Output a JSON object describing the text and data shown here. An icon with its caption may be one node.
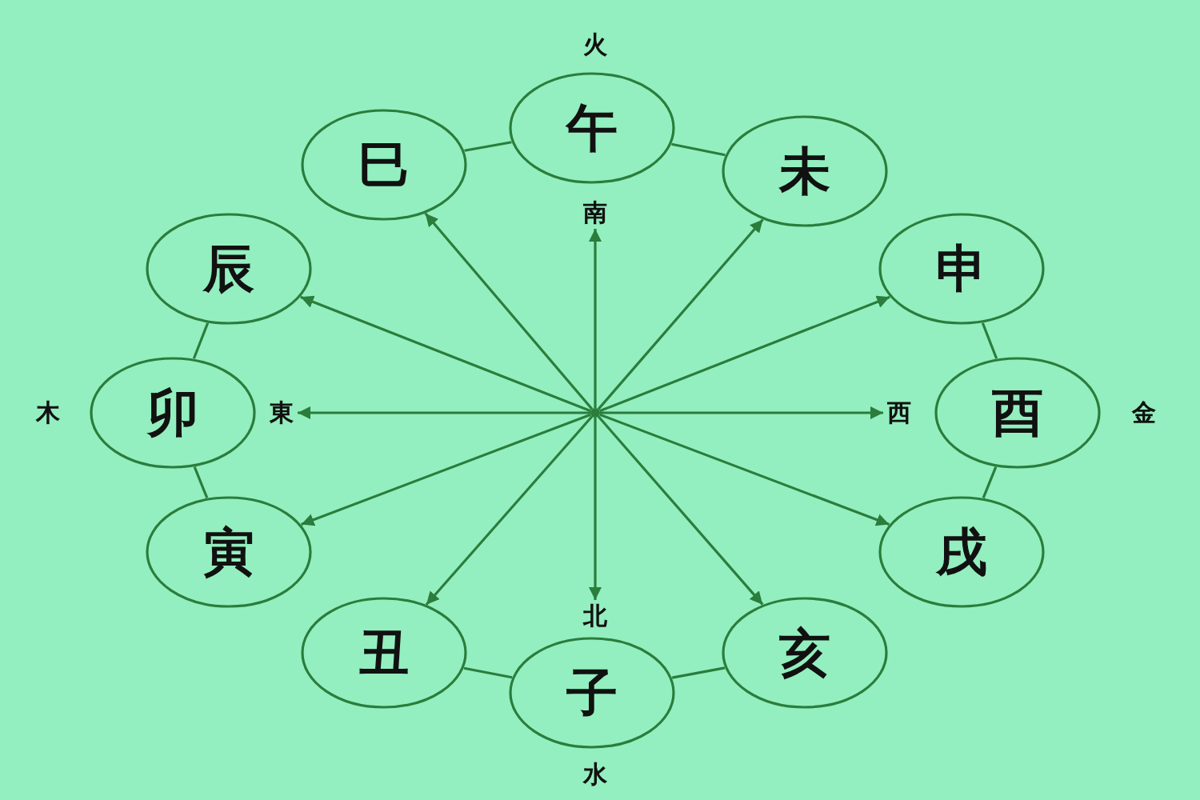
{
  "diagram": {
    "nodes": [
      {
        "text": [
          "午"
        ],
        "beside": [
          "火"
        ]
      },
      {
        "text": [
          "巳"
        ]
      },
      {
        "text": [
          "未"
        ]
      },
      {
        "text": [
          "南"
        ]
      },
      {
        "text": [
          "辰"
        ]
      },
      {
        "text": [
          "申"
        ]
      },
      {
        "text": [
          "卯"
        ],
        "beside": [
          "木"
        ]
      },
      {
        "text": [
          "東"
        ]
      },
      {
        "text": [],
        "shape": "circle"
      },
      {
        "text": [
          "西"
        ]
      },
      {
        "text": [
          "酉"
        ],
        "beside": [
          "金"
        ]
      },
      {
        "text": [
          "寅"
        ]
      },
      {
        "text": [
          "戌"
        ]
      },
      {
        "text": [
          "北"
        ]
      },
      {
        "text": [
          "丑"
        ]
      },
      {
        "text": [
          "亥"
        ]
      },
      {
        "text": [
          "子"
        ],
        "beside": [
          "水"
        ]
      }
    ],
    "edges": [
      {
        "from": 1,
        "to": 0,
        "arrow": "none"
      },
      {
        "from": 0,
        "to": 2,
        "arrow": "none"
      },
      {
        "from": 4,
        "to": 6,
        "arrow": "none"
      },
      {
        "from": 6,
        "to": 11,
        "arrow": "none"
      },
      {
        "from": 5,
        "to": 10,
        "arrow": "none"
      },
      {
        "from": 10,
        "to": 12,
        "arrow": "none"
      },
      {
        "from": 14,
        "to": 16,
        "arrow": "none"
      },
      {
        "from": 16,
        "to": 15,
        "arrow": "none"
      },
      {
        "from": 8,
        "to": 3,
        "arrow": "to"
      },
      {
        "from": 8,
        "to": 2,
        "arrow": "to"
      },
      {
        "from": 8,
        "to": 5,
        "arrow": "to"
      },
      {
        "from": 8,
        "to": 9,
        "arrow": "to"
      },
      {
        "from": 8,
        "to": 12,
        "arrow": "to"
      },
      {
        "from": 8,
        "to": 15,
        "arrow": "to"
      },
      {
        "from": 8,
        "to": 13,
        "arrow": "to"
      },
      {
        "from": 8,
        "to": 14,
        "arrow": "to"
      },
      {
        "from": 8,
        "to": 11,
        "arrow": "to"
      },
      {
        "from": 8,
        "to": 7,
        "arrow": "to"
      },
      {
        "from": 8,
        "to": 4,
        "arrow": "to"
      },
      {
        "from": 8,
        "to": 1,
        "arrow": "to"
      }
    ]
  }
}
